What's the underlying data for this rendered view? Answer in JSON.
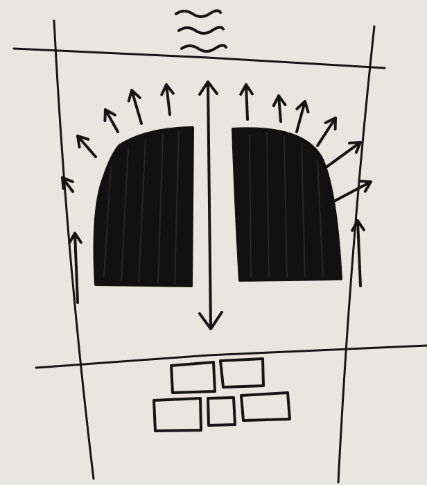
{
  "sketch": {
    "ink_color": "#151515",
    "paper_color": "#e9e6df",
    "symbols": [
      "wave-symbol",
      "left-mass",
      "right-mass",
      "vertical-double-arrow",
      "radiating-arrows",
      "brick-pattern"
    ]
  }
}
